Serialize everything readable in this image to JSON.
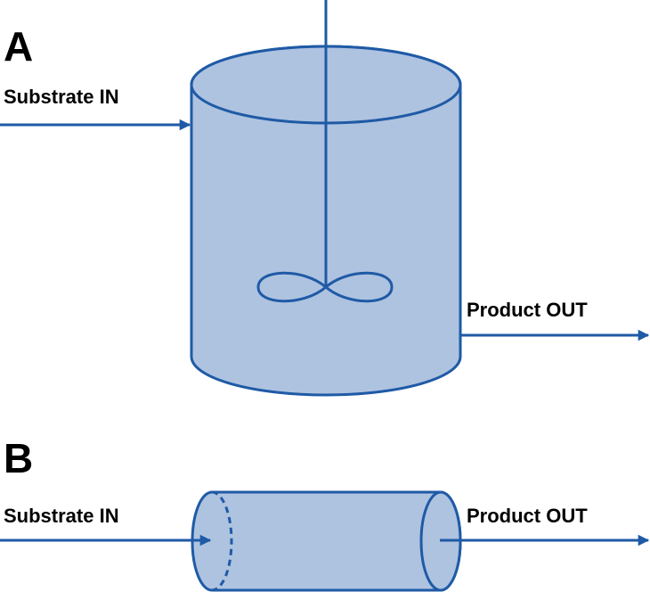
{
  "colors": {
    "vessel_fill": "#aec3e0",
    "vessel_stroke": "#1f5aa6",
    "arrow": "#1f5aa6",
    "text": "#000000",
    "background": "#ffffff"
  },
  "panel_a": {
    "letter": "A",
    "inlet_label": "Substrate IN",
    "outlet_label": "Product OUT"
  },
  "panel_b": {
    "letter": "B",
    "inlet_label": "Substrate IN",
    "outlet_label": "Product OUT"
  }
}
